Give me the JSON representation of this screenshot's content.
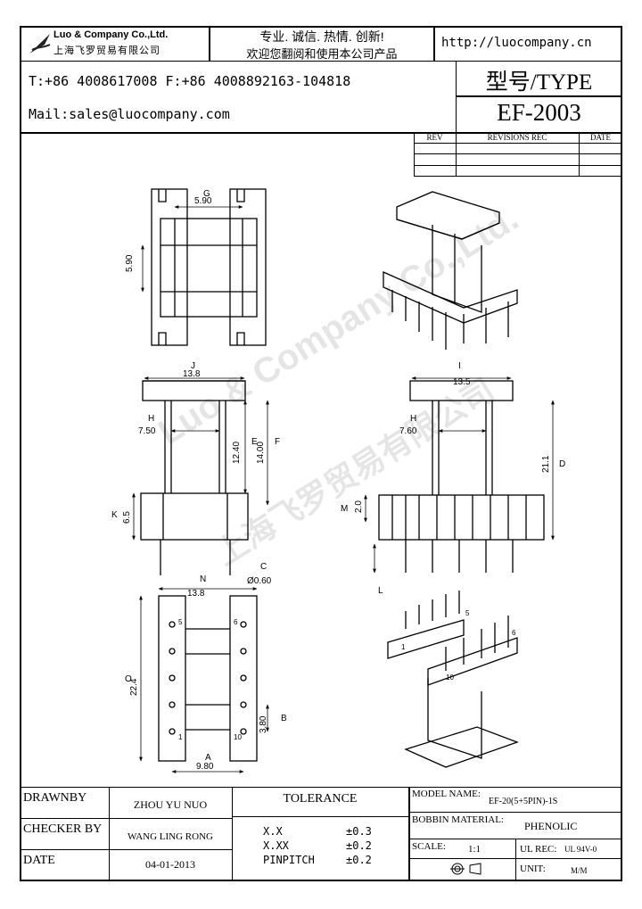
{
  "header": {
    "company_en": "Luo & Company Co.,Ltd.",
    "company_cn": "上海飞罗贸易有限公司",
    "slogan_line1": "专业. 诚信. 热情. 创新!",
    "slogan_line2": "欢迎您翻阅和使用本公司产品",
    "url": "http://luocompany.cn",
    "phone": "T:+86 4008617008 F:+86 4008892163-104818",
    "mail": "Mail:sales@luocompany.com",
    "type_label": "型号/TYPE",
    "type_value": "EF-2003"
  },
  "revision_table": {
    "col_rev": "REV",
    "col_revisions": "REVISIONS REC",
    "col_date": "DATE"
  },
  "drawing": {
    "top_view": {
      "g_width": "5.90",
      "g_height": "5.90",
      "label_g": "G"
    },
    "front_left": {
      "j_width": "13.8",
      "h_width": "7.50",
      "e_height": "12.40",
      "f_height": "14.00",
      "k_height": "6.5",
      "c_dia": "Ø0.60",
      "label_j": "J",
      "label_h": "H",
      "label_e": "E",
      "label_f": "F",
      "label_k": "K",
      "label_c": "C"
    },
    "front_right": {
      "i_width": "13.5",
      "h_width": "7.60",
      "d_height": "21.1",
      "m_height": "2.0",
      "label_i": "I",
      "label_h": "H",
      "label_d": "D",
      "label_m": "M",
      "label_l": "L"
    },
    "bottom_view": {
      "n_width": "13.8",
      "o_height": "22.4",
      "b_pitch": "3.80",
      "a_width": "9.80",
      "pin_5": "5",
      "pin_6": "6",
      "pin_1": "1",
      "pin_10": "10",
      "label_n": "N",
      "label_o": "O",
      "label_b": "B",
      "label_a": "A"
    },
    "iso_bottom": {
      "pin_1": "1",
      "pin_5": "5",
      "pin_6": "6",
      "pin_10": "10"
    }
  },
  "title_block": {
    "drawnby_label": "DRAWNBY",
    "drawnby_value": "ZHOU YU NUO",
    "checker_label": "CHECKER BY",
    "checker_value": "WANG LING RONG",
    "date_label": "DATE",
    "date_value": "04-01-2013",
    "tolerance_label": "TOLERANCE",
    "tol_rows": [
      {
        "k": "X.X",
        "v": "±0.3"
      },
      {
        "k": "X.XX",
        "v": "±0.2"
      },
      {
        "k": "PINPITCH",
        "v": "±0.2"
      }
    ],
    "model_label": "MODEL NAME:",
    "model_value": "EF-20(5+5PIN)-1S",
    "bobbin_label": "BOBBIN MATERIAL:",
    "bobbin_value": "PHENOLIC",
    "scale_label": "SCALE:",
    "scale_value": "1:1",
    "ul_label": "UL REC:",
    "ul_value": "UL 94V-0",
    "unit_label": "UNIT:",
    "unit_value": "M/M"
  },
  "watermark": {
    "line1": "Luo & Company Co.,Ltd.",
    "line2": "上海飞罗贸易有限公司"
  }
}
